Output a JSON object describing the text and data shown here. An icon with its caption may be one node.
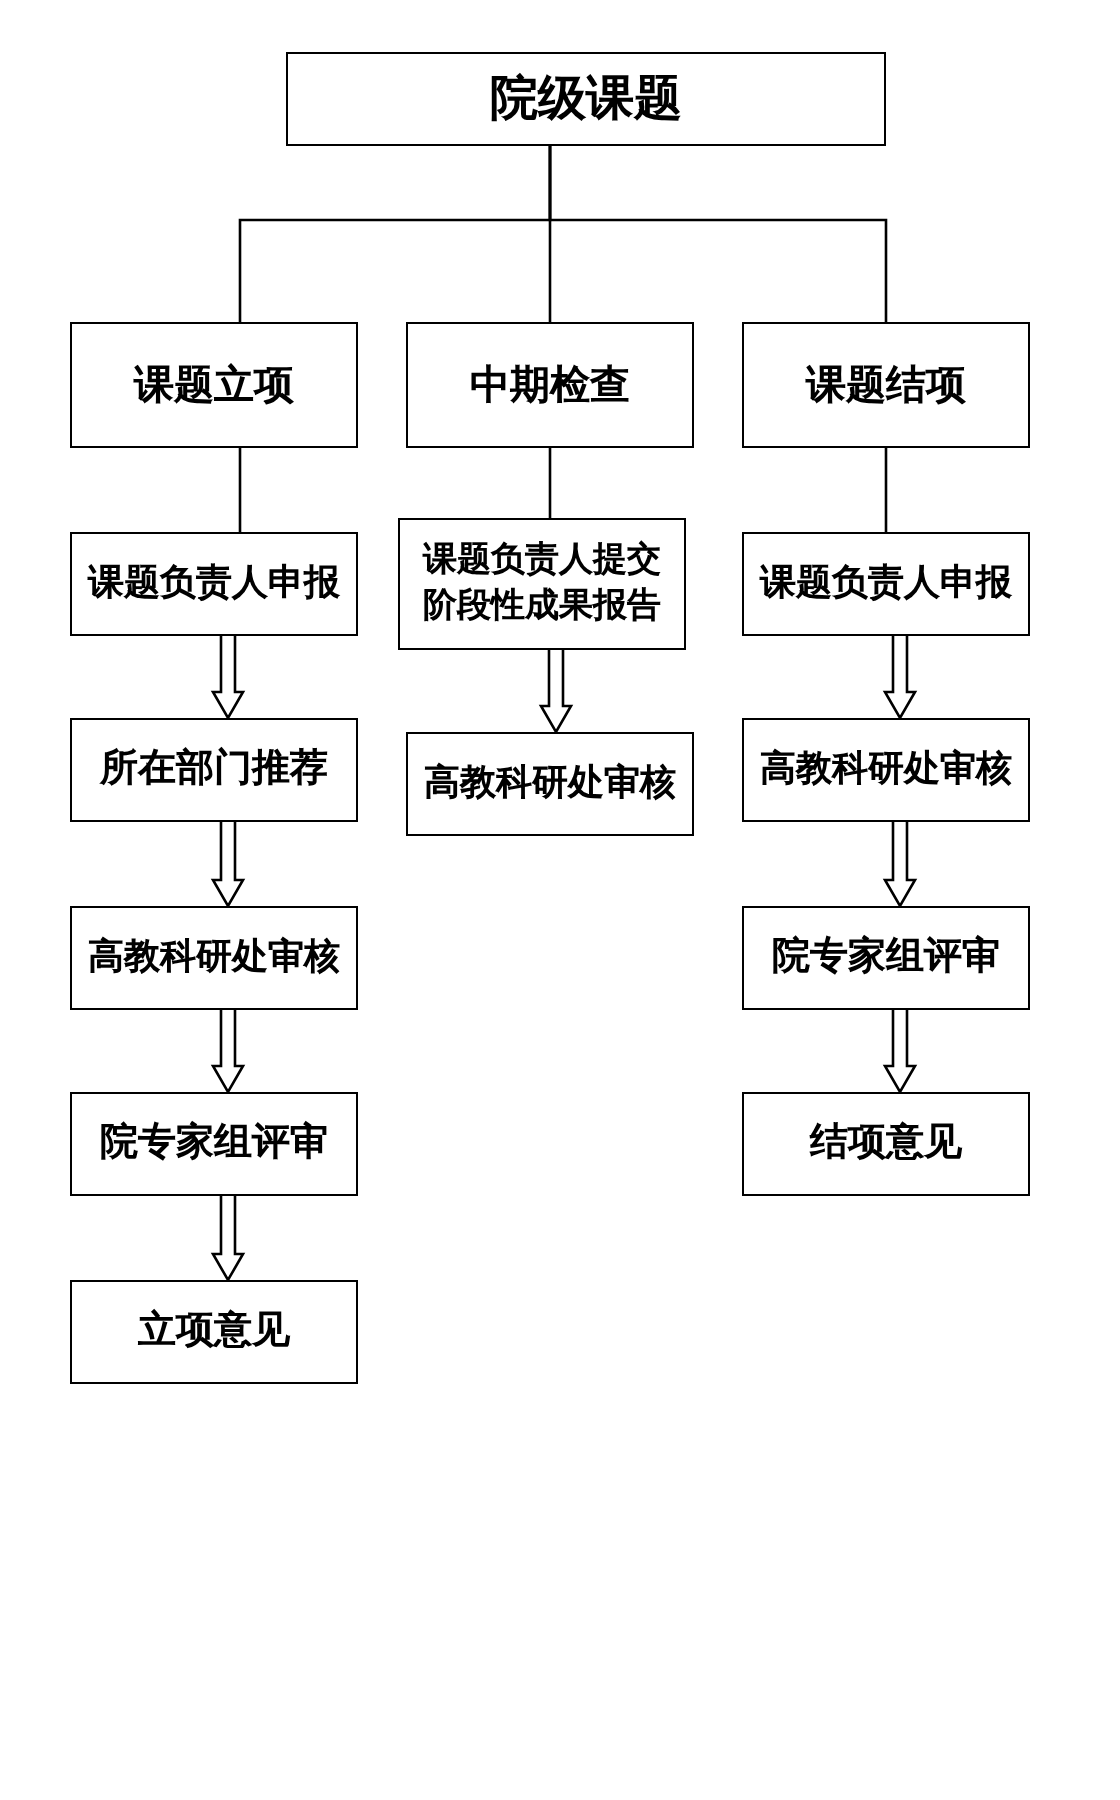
{
  "diagram": {
    "nodes": [
      {
        "text": [
          "院级课题"
        ]
      },
      {
        "text": [
          "课题立项"
        ]
      },
      {
        "text": [
          "中期检查"
        ]
      },
      {
        "text": [
          "课题结项"
        ]
      },
      {
        "text": [
          "课题负责人申报"
        ]
      },
      {
        "text": [
          "所在部门推荐"
        ]
      },
      {
        "text": [
          "高教科研处审核"
        ]
      },
      {
        "text": [
          "院专家组评审"
        ]
      },
      {
        "text": [
          "立项意见"
        ]
      },
      {
        "text": [
          "课题负责人提交阶段性成果报告"
        ]
      },
      {
        "text": [
          "高教科研处审核"
        ]
      },
      {
        "text": [
          "课题负责人申报"
        ]
      },
      {
        "text": [
          "高教科研处审核"
        ]
      },
      {
        "text": [
          "院专家组评审"
        ]
      },
      {
        "text": [
          "结项意见"
        ]
      }
    ],
    "edges": [
      {
        "from": 0,
        "to": 1,
        "arrow": "none"
      },
      {
        "from": 0,
        "to": 2,
        "arrow": "none"
      },
      {
        "from": 0,
        "to": 3,
        "arrow": "none"
      },
      {
        "from": 1,
        "to": 4,
        "arrow": "none"
      },
      {
        "from": 2,
        "to": 9,
        "arrow": "none"
      },
      {
        "from": 3,
        "to": 11,
        "arrow": "none"
      },
      {
        "from": 4,
        "to": 5,
        "arrow": "to"
      },
      {
        "from": 5,
        "to": 6,
        "arrow": "to"
      },
      {
        "from": 6,
        "to": 7,
        "arrow": "to"
      },
      {
        "from": 7,
        "to": 8,
        "arrow": "to"
      },
      {
        "from": 9,
        "to": 10,
        "arrow": "to"
      },
      {
        "from": 11,
        "to": 12,
        "arrow": "to"
      },
      {
        "from": 12,
        "to": 13,
        "arrow": "to"
      },
      {
        "from": 13,
        "to": 14,
        "arrow": "to"
      }
    ]
  }
}
